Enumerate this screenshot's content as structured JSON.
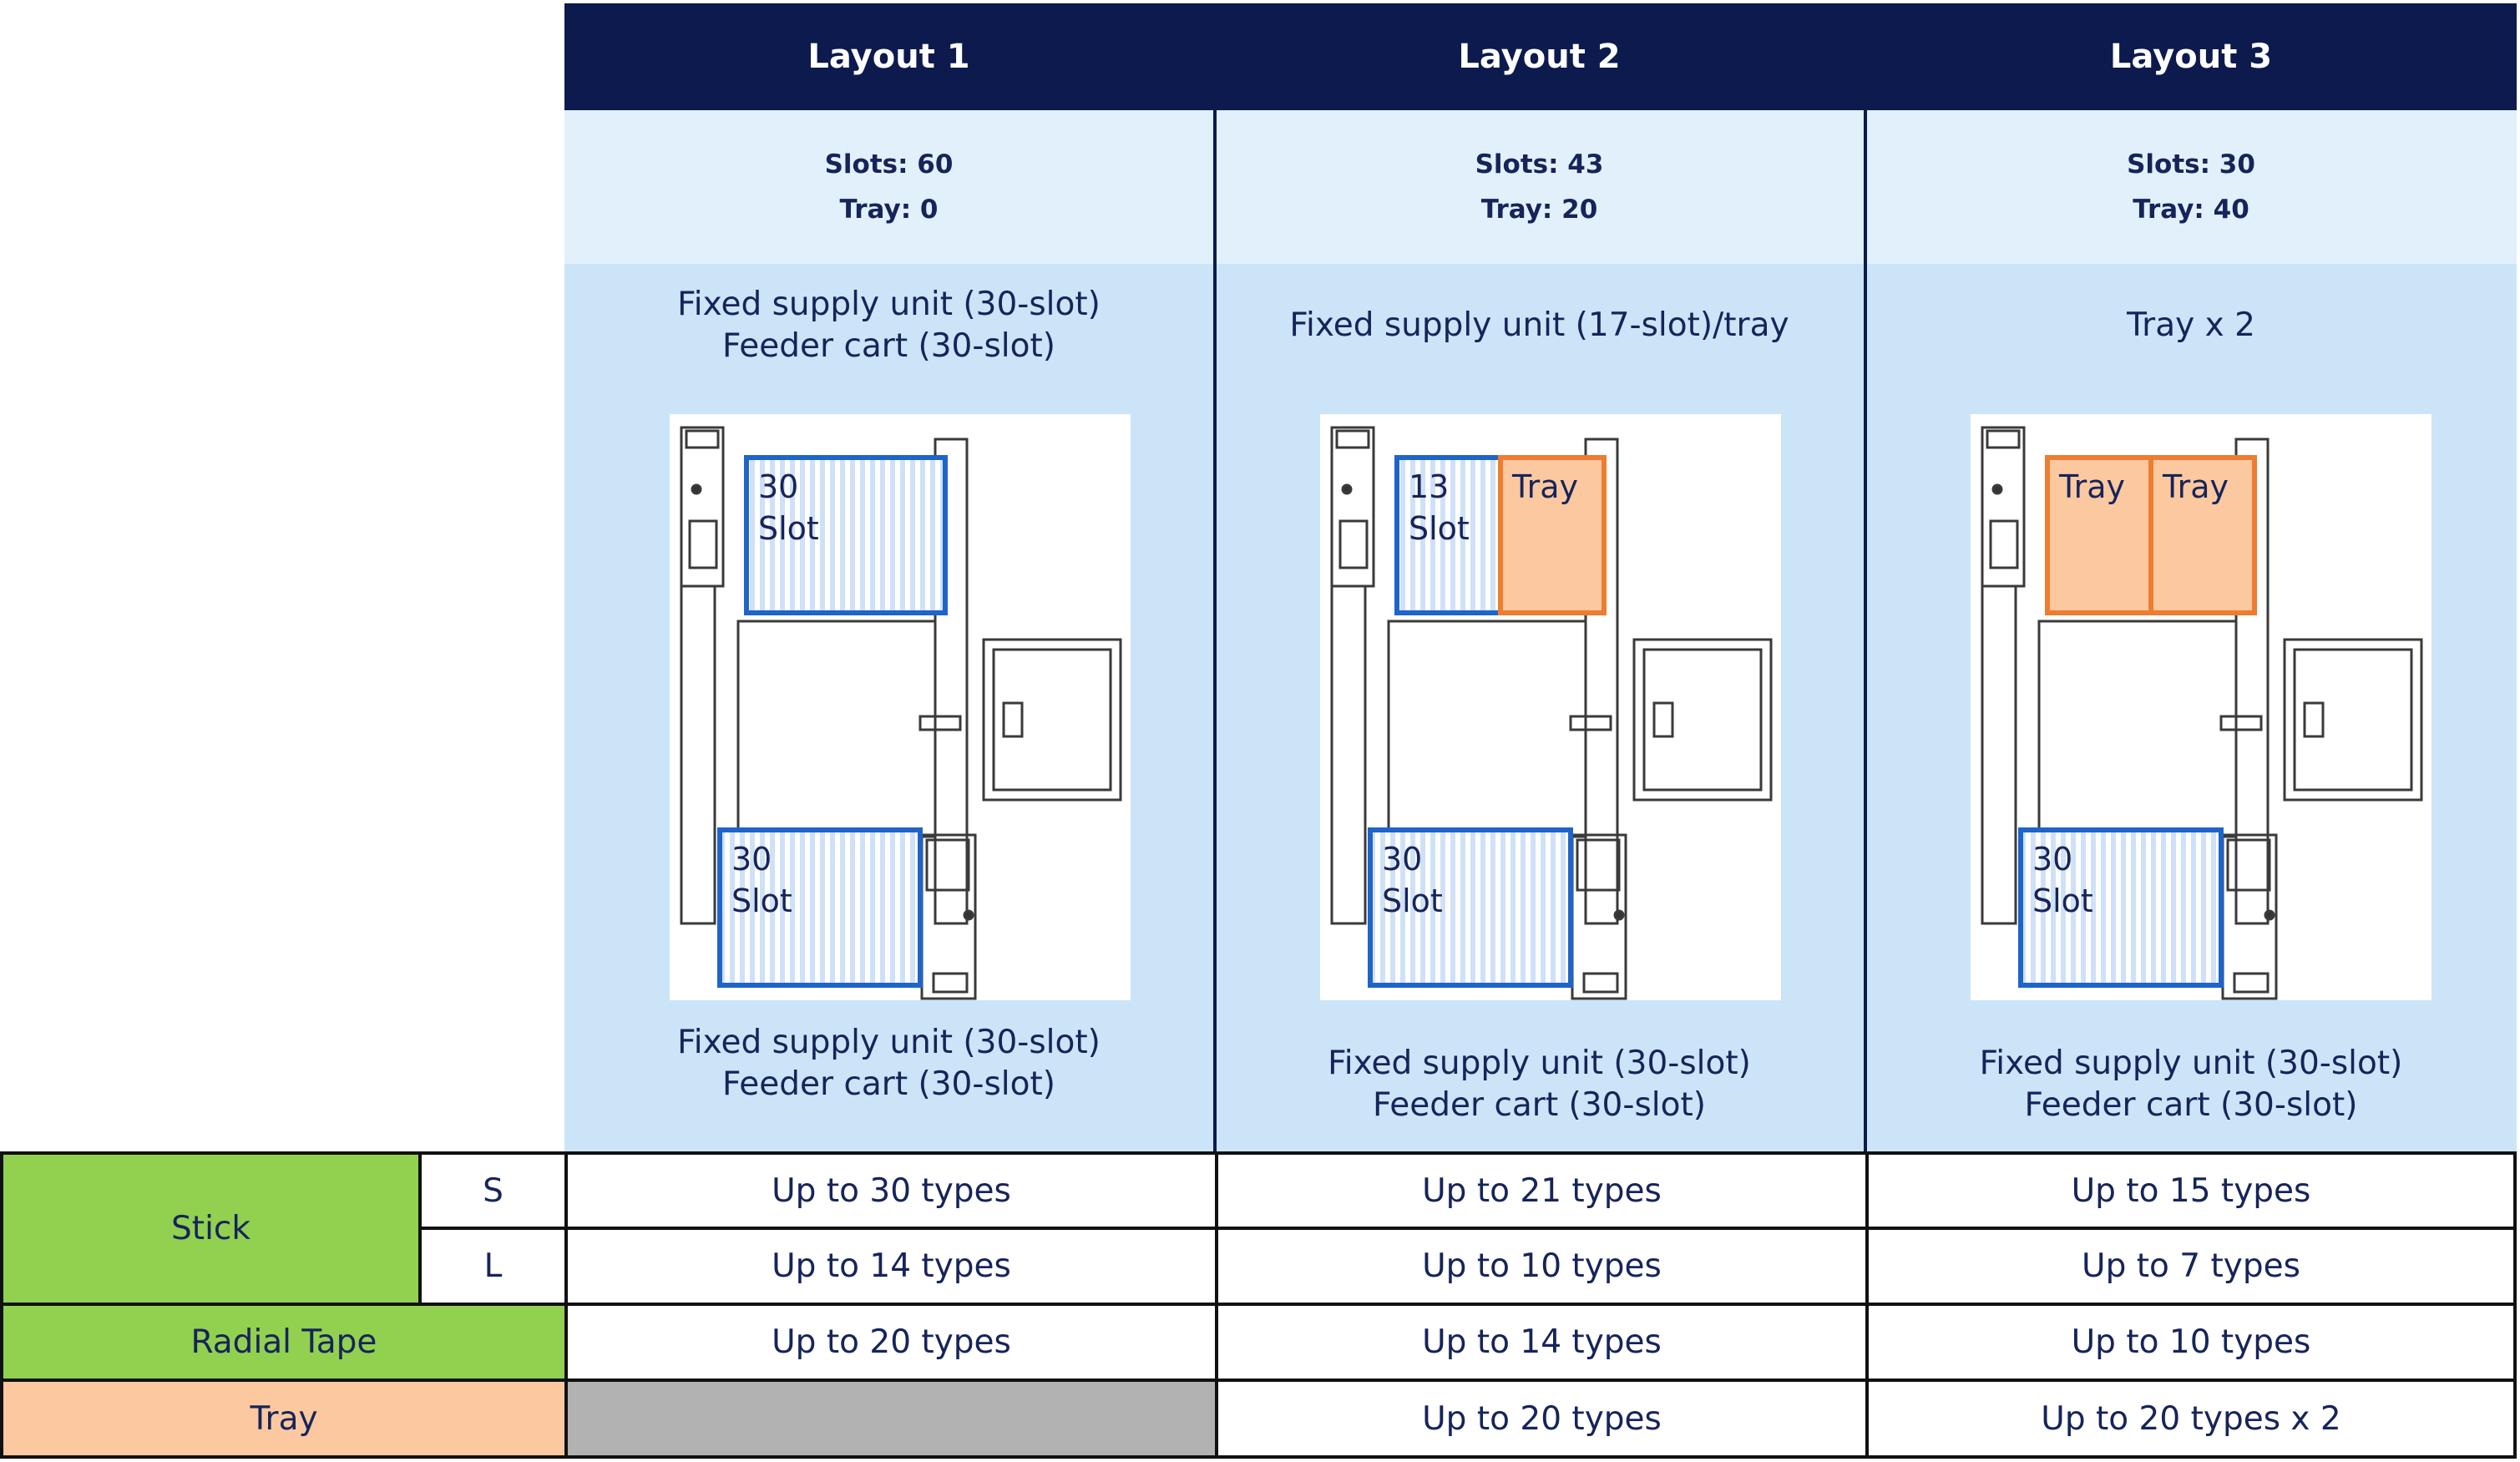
{
  "columns": [
    {
      "title": "Layout 1",
      "slots": "Slots: 60",
      "tray": "Tray: 0",
      "top_desc_1": "Fixed supply unit (30-slot)",
      "top_desc_2": "Feeder cart (30-slot)",
      "bottom_desc_1": "Fixed supply unit (30-slot)",
      "bottom_desc_2": "Feeder cart (30-slot)",
      "top_block": [
        {
          "kind": "slot",
          "line1": "30",
          "line2": "Slot"
        }
      ],
      "bottom_block": {
        "line1": "30",
        "line2": "Slot"
      }
    },
    {
      "title": "Layout 2",
      "slots": "Slots: 43",
      "tray": "Tray: 20",
      "top_desc_1": "Fixed supply unit (17-slot)/tray",
      "top_desc_2": "",
      "bottom_desc_1": "Fixed supply unit (30-slot)",
      "bottom_desc_2": "Feeder cart (30-slot)",
      "top_block": [
        {
          "kind": "slot",
          "line1": "13",
          "line2": "Slot"
        },
        {
          "kind": "tray",
          "line1": "Tray",
          "line2": ""
        }
      ],
      "bottom_block": {
        "line1": "30",
        "line2": "Slot"
      }
    },
    {
      "title": "Layout 3",
      "slots": "Slots: 30",
      "tray": "Tray: 40",
      "top_desc_1": "Tray x 2",
      "top_desc_2": "",
      "bottom_desc_1": "Fixed supply unit (30-slot)",
      "bottom_desc_2": "Feeder cart (30-slot)",
      "top_block": [
        {
          "kind": "tray",
          "line1": "Tray",
          "line2": ""
        },
        {
          "kind": "tray",
          "line1": "Tray",
          "line2": ""
        }
      ],
      "bottom_block": {
        "line1": "30",
        "line2": "Slot"
      }
    }
  ],
  "table": {
    "stick_label": "Stick",
    "s_label": "S",
    "l_label": "L",
    "radial_label": "Radial Tape",
    "tray_label": "Tray",
    "rows": {
      "stick_s": [
        "Up to 30 types",
        "Up to 21 types",
        "Up to 15 types"
      ],
      "stick_l": [
        "Up to 14 types",
        "Up to 10 types",
        "Up to 7 types"
      ],
      "radial": [
        "Up to 20 types",
        "Up to 14 types",
        "Up to 10 types"
      ],
      "tray": [
        "",
        "Up to 20 types",
        "Up to 20 types x 2"
      ]
    }
  },
  "colors": {
    "header_navy": "#0c1a4e",
    "slots_bg": "#e2f0fb",
    "desc_bg": "#cce4f7",
    "slot_blue": "#1f64c8",
    "tray_orange": "#ed7d31",
    "tray_fill": "#fbc8a0",
    "green": "#92d050"
  }
}
